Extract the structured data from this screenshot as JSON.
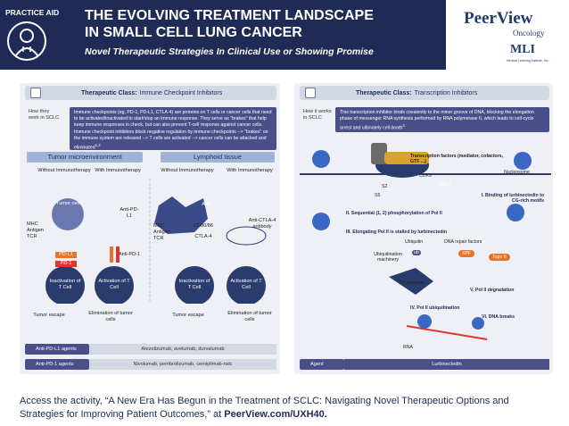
{
  "header": {
    "badge": "PRACTICE AID",
    "title_line1": "THE EVOLVING TREATMENT LANDSCAPE",
    "title_line2": "IN SMALL CELL LUNG CANCER",
    "subtitle": "Novel Therapeutic Strategies In Clinical Use or Showing Promise",
    "brand": "PeerView",
    "brand_sub": "Oncology",
    "mli": "MLI",
    "mli_sub": "Medical Learning Institute, Inc."
  },
  "left": {
    "class_prefix": "Therapeutic Class:",
    "class_name": "Immune Checkpoint Inhibitors",
    "how_label": "How they work in SCLC",
    "description": "Immune checkpoints (eg, PD-1, PD-L1, CTLA-4) are proteins on T cells or cancer cells that need to be activated/inactivated to start/stop an immune response. They serve as \"brakes\" that help keep immune responses in check, but can also prevent T-cell response against cancer cells. Immune checkpoint inhibitors block negative regulation by immune checkpoints --> \"brakes\" on the immune system are released --> T cells are activated --> cancer cells can be attacked and eliminated",
    "desc_sup": "1,2",
    "tab_tumor": "Tumor microenvironment",
    "tab_lymph": "Lymphoid tissue",
    "without1": "Without Immunotherapy",
    "with1": "With Immunotherapy",
    "without2": "Without Immunotherapy",
    "with2": "With Immunotherapy",
    "tumor_cell": "Tumor cell",
    "mhc1": "MHC Antigen TCR",
    "pdl1": "PD-L1",
    "pd1": "PD-1",
    "anti_pdl1": "Anti-PD-L1",
    "anti_pd1": "Anti-PD-1",
    "apc": "APC",
    "mhc2": "MHC Antigen TCR",
    "cd": "CD80/86",
    "ctla4": "CTLA-4",
    "anti_ctla4": "Anti-CTLA-4 antibody",
    "inact1": "Inactivation of T Cell",
    "act1": "Activation of T Cell",
    "inact2": "Inactivation of T Cell",
    "act2": "Activation of T Cell",
    "escape1": "Tumor escape",
    "elim1": "Elimination of tumor cells",
    "escape2": "Tumor escape",
    "elim2": "Elimination of tumor cells",
    "agents": [
      {
        "label": "Anti-PD-L1 agents",
        "value": "Atezolizumab, avelumab, durvalumab"
      },
      {
        "label": "Anti-PD-1 agents",
        "value": "Nivolumab, pembrolizumab, cemiplimab-rwlc"
      }
    ]
  },
  "right": {
    "class_prefix": "Therapeutic Class:",
    "class_name": "Transcription Inhibitors",
    "how_label": "How it works in SCLC",
    "description": "This transcription inhibitor binds covalently to the minor groove of DNA, blocking the elongation phase of messenger RNA synthesis performed by RNA polymerase II, which leads to cell-cycle arrest and ultimately cell death",
    "desc_sup": "3",
    "tf": "Transcription factors (mediator, cofactors, GTF ...)",
    "nucleosome": "Nucleosome",
    "cdk9": "CDK9",
    "cdk7": "CDK7",
    "s2": "S2",
    "s5": "S5",
    "step1": "I. Binding of lurbinectedin to CG-rich motifs",
    "step2": "II. Sequential (1, 2) phosphorylation of Pol II",
    "step3": "III. Elongating Pol II is stalled by lurbinectedin",
    "ubiquitin": "Ubiquitin",
    "ub": "ub",
    "ub_machinery": "Ubiquitination machinery",
    "dna_repair": "DNA repair factors",
    "xpf": "XPF",
    "topo": "Topo II",
    "proteasome": "Proteasome",
    "step5": "V. Pol II degradation",
    "step4": "IV. Pol II ubiquitination",
    "step6": "VI. DNA breaks",
    "rna": "RNA",
    "pol": "Pol II",
    "agent_label": "Agent",
    "agent_value": "Lurbinectedin"
  },
  "footer": {
    "text": "Access the activity, “A New Era Has Begun in the Treatment of SCLC: Navigating Novel Therapeutic Options and Strategies for Improving Patient Outcomes,” at ",
    "link": "PeerView.com/UXH40."
  },
  "colors": {
    "navy": "#1f2a55",
    "panel": "#eef0f6",
    "accent": "#4a4f8a",
    "blue": "#2a3c6e",
    "orange": "#e8742a",
    "red": "#d9382b"
  }
}
